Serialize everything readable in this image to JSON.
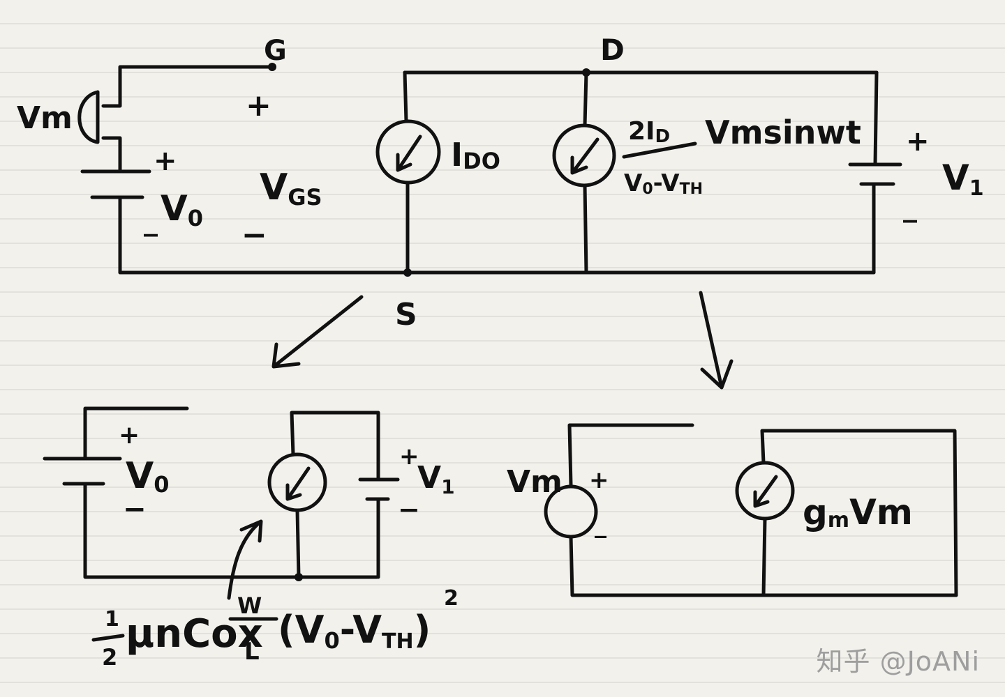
{
  "top": {
    "node_g": "G",
    "node_d": "D",
    "node_s": "S",
    "vin": "Vm",
    "plus": "+",
    "minus": "_",
    "minus_dash": "−",
    "v0": "V",
    "v0_sub": "0",
    "vgs": "V",
    "vgs_sub": "GS",
    "idd": "I",
    "idd_sub": "DO",
    "gm_num_a": "2I",
    "gm_num_sub": "D",
    "gm_den_a": "V",
    "gm_den_sub0": "0",
    "gm_den_b": "-V",
    "gm_den_subth": "TH",
    "gm_tail": "Vmsinwt",
    "v1": "V",
    "v1_sub": "1"
  },
  "bottom_left": {
    "plus": "+",
    "minus": "−",
    "v0": "V",
    "v0_sub": "0",
    "v1": "V",
    "v1_sub": "1",
    "expr_half_num": "1",
    "expr_half_den": "2",
    "expr_mu": "μnCox",
    "expr_w": "W",
    "expr_l": "L",
    "expr_paren": "(V",
    "expr_sub0": "0",
    "expr_minus": "-V",
    "expr_subth": "TH",
    "expr_close": ")",
    "expr_sq": "2"
  },
  "bottom_right": {
    "vin": "Vm",
    "plus": "+",
    "minus": "_",
    "gm": "g",
    "gm_sub": "m",
    "gm_tail": "Vm"
  },
  "watermark": "知乎 @JoANi"
}
